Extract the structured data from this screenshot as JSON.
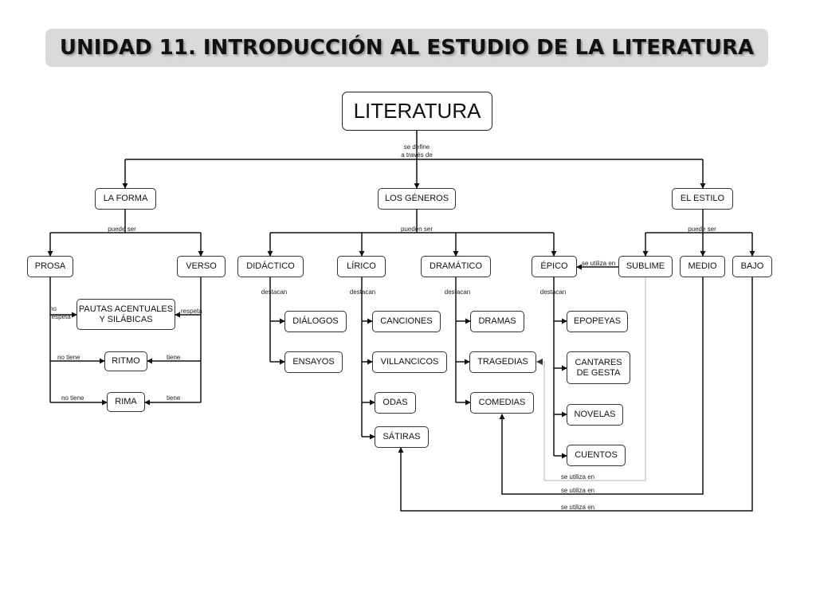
{
  "title": "UNIDAD 11. INTRODUCCIÓN AL ESTUDIO DE LA LITERATURA",
  "colors": {
    "title_bg": "#d9d9d9",
    "line": "#111111",
    "thin_line": "#b3b3b3"
  },
  "nodes": {
    "literatura": "LITERATURA",
    "la_forma": "LA FORMA",
    "los_generos": "LOS GÉNEROS",
    "el_estilo": "EL ESTILO",
    "prosa": "PROSA",
    "verso": "VERSO",
    "pautas": "PAUTAS ACENTUALES\nY SILÁBICAS",
    "ritmo": "RITMO",
    "rima": "RIMA",
    "didactico": "DIDÁCTICO",
    "lirico": "LÍRICO",
    "dramatico": "DRAMÁTICO",
    "epico": "ÉPICO",
    "sublime": "SUBLIME",
    "medio": "MEDIO",
    "bajo": "BAJO",
    "dialogos": "DIÁLOGOS",
    "ensayos": "ENSAYOS",
    "canciones": "CANCIONES",
    "villancicos": "VILLANCICOS",
    "odas": "ODAS",
    "satiras": "SÁTIRAS",
    "dramas": "DRAMAS",
    "tragedias": "TRAGEDIAS",
    "comedias": "COMEDIAS",
    "epopeyas": "EPOPEYAS",
    "cantares": "CANTARES\nDE GESTA",
    "novelas": "NOVELAS",
    "cuentos": "CUENTOS"
  },
  "labels": {
    "se_define": "se define\na través de",
    "puede_ser_forma": "puede ser",
    "pueden_ser": "pueden ser",
    "puede_ser_estilo": "puede ser",
    "no_respeta": "no\nrespeta",
    "respeta": "respeta",
    "no_tiene_ritmo": "no tiene",
    "tiene_ritmo": "tiene",
    "no_tiene_rima": "no tiene",
    "tiene_rima": "tiene",
    "destacan_didactico": "destacan",
    "destacan_lirico": "destacan",
    "destacan_dramatico": "destacan",
    "destacan_epico": "destacan",
    "se_utiliza_epico": "se utiliza en",
    "se_utiliza_sublime": "se utiliza en",
    "se_utiliza_medio": "se utiliza en",
    "se_utiliza_bajo": "se utiliza en"
  }
}
